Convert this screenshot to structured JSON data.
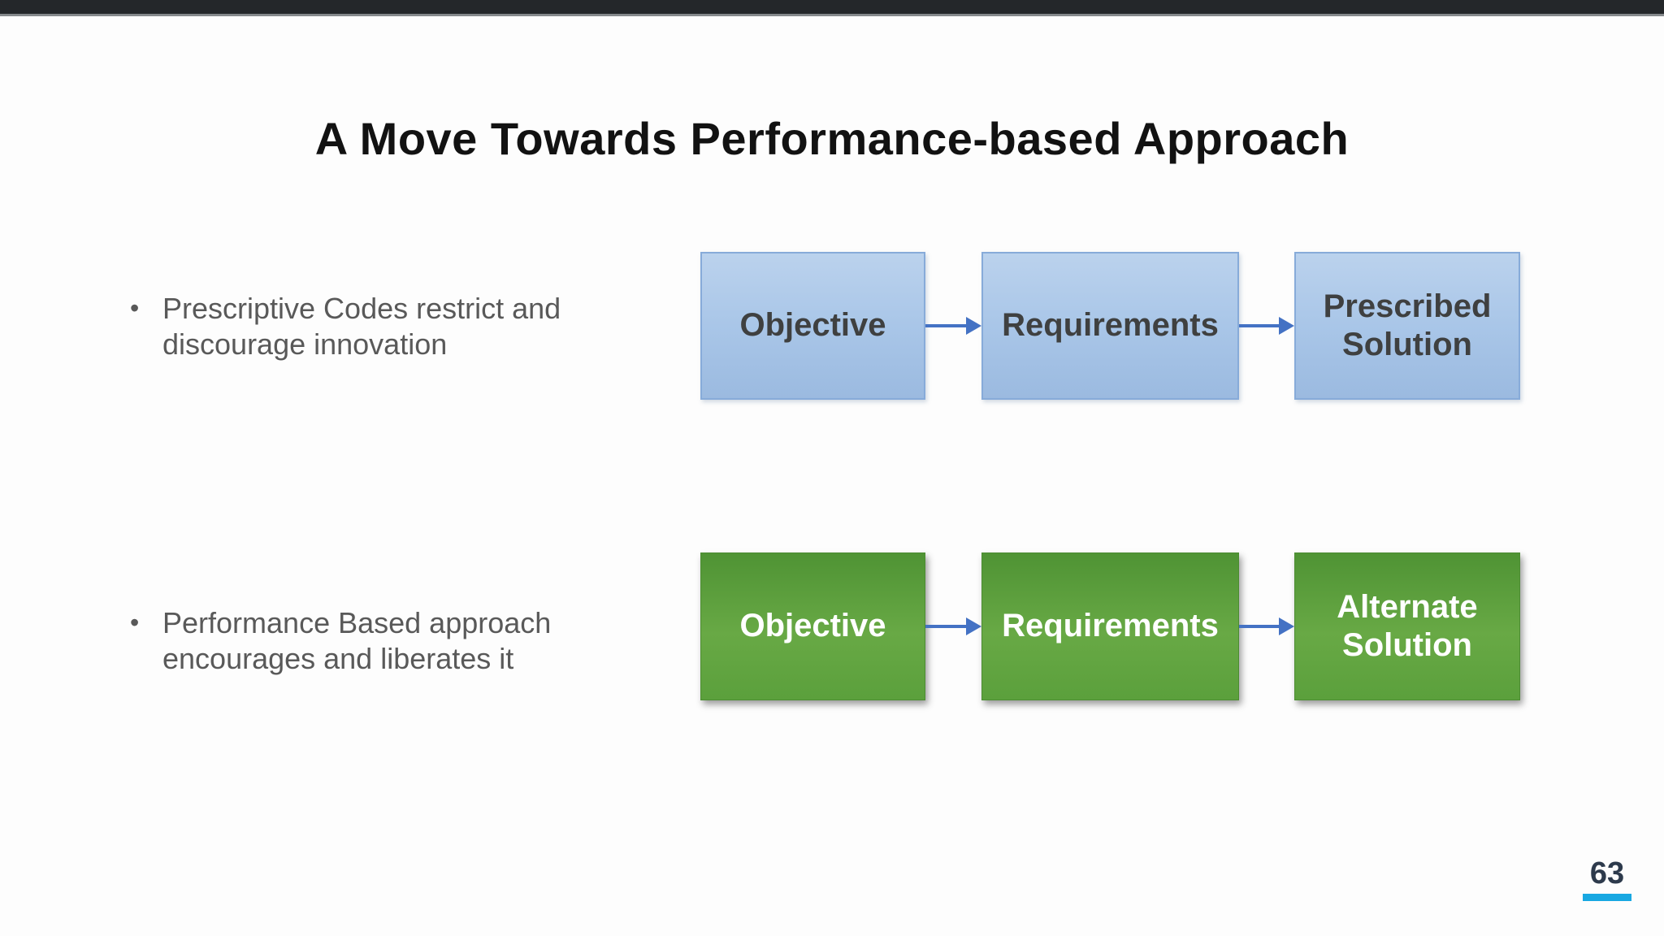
{
  "slide": {
    "title": "A Move Towards Performance-based Approach",
    "bullets": [
      {
        "marker": "•",
        "text": "Prescriptive Codes restrict and discourage innovation"
      },
      {
        "marker": "•",
        "text": "Performance Based approach encourages and liberates it"
      }
    ],
    "flows": [
      {
        "theme": "blue",
        "box_fill_top": "#bbd2ed",
        "box_fill_bottom": "#9bbae0",
        "box_border": "#87abd9",
        "text_color": "#3f4040",
        "steps": [
          "Objective",
          "Requirements",
          "Prescribed Solution"
        ]
      },
      {
        "theme": "green",
        "box_fill_top": "#4f9334",
        "box_fill_bottom": "#5ba03c",
        "box_border": "#4c8c32",
        "text_color": "#ffffff",
        "steps": [
          "Objective",
          "Requirements",
          "Alternate Solution"
        ]
      }
    ],
    "arrow_color": "#4472c4",
    "top_bar_color": "#24272a",
    "background_color": "#fdfdfd",
    "page_number": "63",
    "page_number_color": "#2d3a4c",
    "page_underline_color": "#18a8e2"
  }
}
